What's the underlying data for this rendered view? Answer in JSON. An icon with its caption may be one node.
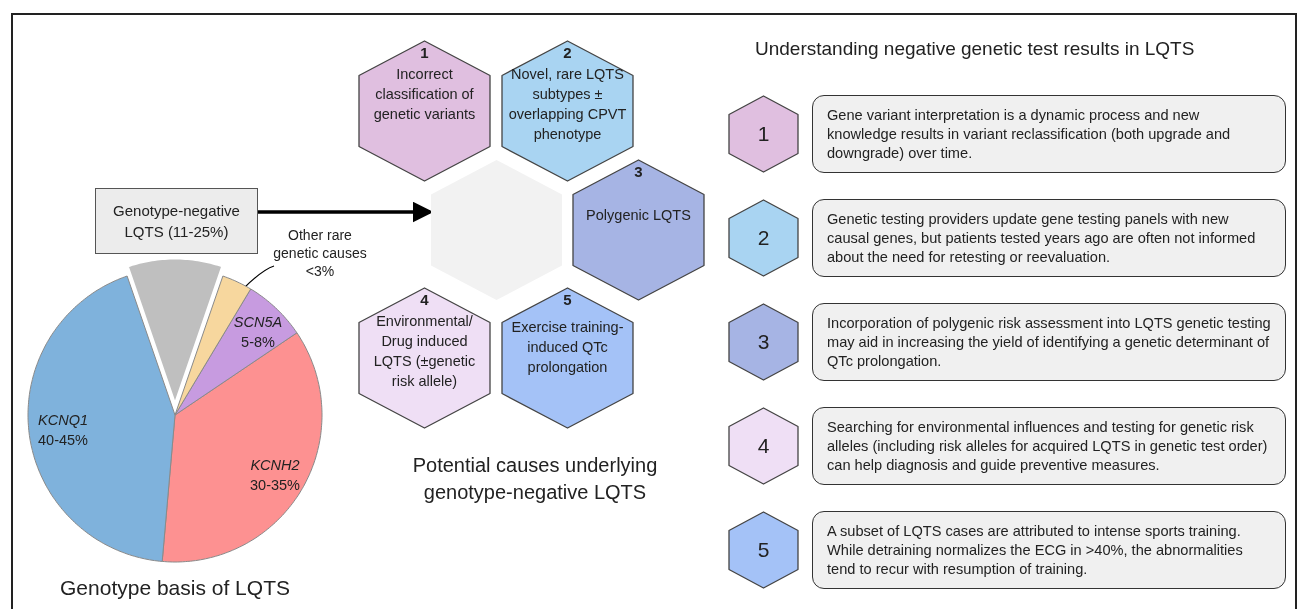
{
  "diagram": {
    "nodes": [
      {
        "text": [
          "Genotype-negative LQTS (11-25%)"
        ]
      },
      {
        "text": [],
        "shape": "wedge"
      },
      {
        "text": [
          "Other rare genetic causes <3%"
        ]
      },
      {
        "text": [],
        "shape": "wedge"
      },
      {
        "text": [
          "SCN5A",
          "5-8%"
        ]
      },
      {
        "text": [
          "KCNQ1",
          "40-45%"
        ]
      },
      {
        "text": [
          "KCNH2",
          "30-35%"
        ]
      },
      {
        "text": [
          "1",
          "Incorrect classification of genetic variants"
        ]
      },
      {
        "text": [
          "2",
          "Novel, rare LQTS subtypes ± overlapping CPVT phenotype"
        ]
      },
      {
        "text": [],
        "shape": "hexagon"
      },
      {
        "text": [
          "3",
          "Polygenic LQTS"
        ]
      },
      {
        "text": [
          "4",
          "Environmental/ Drug induced LQTS (±genetic risk allele)"
        ]
      },
      {
        "text": [
          "5",
          "Exercise training-induced QTc prolongation"
        ]
      },
      {
        "text": [
          "1"
        ]
      },
      {
        "text": [
          "Gene variant interpretation is a dynamic process and new knowledge results in variant reclassification (both upgrade and downgrade) over time."
        ]
      },
      {
        "text": [
          "2"
        ]
      },
      {
        "text": [
          "Genetic testing providers update gene testing panels with new causal genes, but patients tested years ago are often not informed about the need for retesting or reevaluation."
        ]
      },
      {
        "text": [
          "3"
        ]
      },
      {
        "text": [
          "Incorporation of polygenic risk assessment into LQTS genetic testing may aid in increasing the yield of identifying a genetic determinant of QTc prolongation."
        ]
      },
      {
        "text": [
          "4"
        ]
      },
      {
        "text": [
          "Searching for environmental influences and testing for genetic risk alleles (including risk alleles for acquired LQTS in genetic test order) can help diagnosis and guide preventive measures."
        ]
      },
      {
        "text": [
          "5"
        ]
      },
      {
        "text": [
          "A subset of LQTS cases are attributed to intense sports training. While detraining normalizes the ECG in >40%, the abnormalities tend to recur with resumption of training."
        ]
      }
    ],
    "edges": [
      {
        "from": 0,
        "to": 9,
        "arrow": "to",
        "style": "thick"
      },
      {
        "from": 2,
        "to": 3,
        "arrow": "none"
      }
    ],
    "labels": [
      "Understanding negative genetic test results in LQTS",
      "Genotype basis of LQTS",
      "Potential causes underlying genotype-negative LQTS"
    ]
  }
}
